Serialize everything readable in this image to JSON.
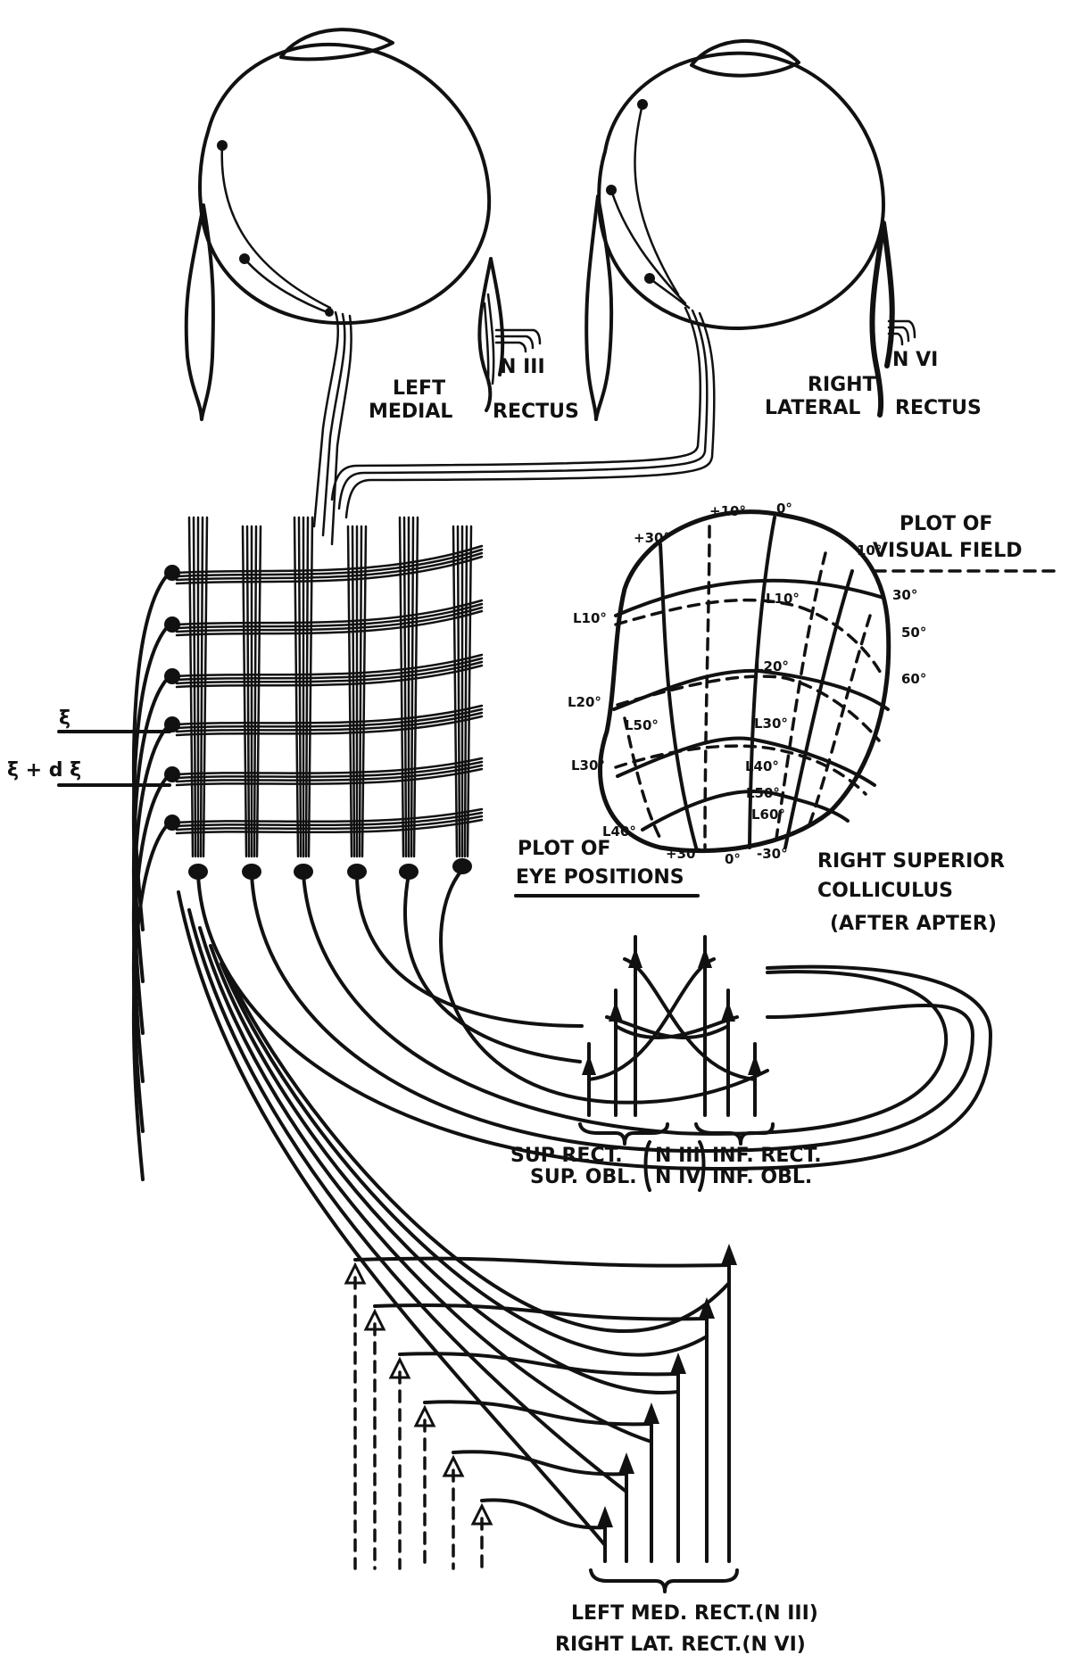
{
  "figure": {
    "eyes": {
      "left_muscle": {
        "line1": "LEFT",
        "line2": "MEDIAL",
        "line3": "RECTUS",
        "nerve": "N III"
      },
      "right_muscle": {
        "line1": "RIGHT",
        "line2": "LATERAL",
        "line3": "RECTUS",
        "nerve": "N VI"
      }
    },
    "grid_inputs": {
      "xi": "ξ",
      "xi_plus_dxi": "ξ + d ξ"
    },
    "colliculus": {
      "visual_field_title_1": "PLOT OF",
      "visual_field_title_2": "VISUAL FIELD",
      "eye_positions_title_1": "PLOT OF",
      "eye_positions_title_2": "EYE POSITIONS",
      "name_1": "RIGHT SUPERIOR",
      "name_2": "COLLICULUS",
      "name_3": "(AFTER APTER)",
      "top_ticks": [
        "+30°",
        "+10°",
        "0°",
        "10°"
      ],
      "right_ticks": [
        "30°",
        "50°",
        "60°"
      ],
      "left_ticks": [
        "L10°",
        "L20°",
        "L30°",
        "L40°"
      ],
      "inner_labels": [
        "L10°",
        "L20°",
        "L30°",
        "L40°",
        "L50°",
        "L50°",
        "L60°"
      ],
      "bottom_ticks": [
        "+30°",
        "0°",
        "-30°"
      ]
    },
    "vertical_nuclei": {
      "row1_left": "SUP RECT.",
      "row1_mid": "N III",
      "row1_right": "INF. RECT.",
      "row2_left": "SUP. OBL.",
      "row2_mid": "N IV",
      "row2_right": "INF. OBL."
    },
    "horizontal_nuclei": {
      "line1": "LEFT MED. RECT.(N III)",
      "line2": "RIGHT LAT. RECT.(N VI)"
    }
  }
}
